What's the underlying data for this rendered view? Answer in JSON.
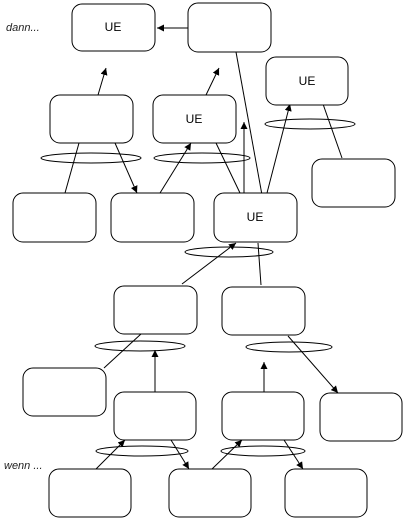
{
  "labels": {
    "top": "dann...",
    "bottom": "wenn ..."
  },
  "nodes": [
    {
      "id": "n1",
      "text": "UE"
    },
    {
      "id": "n2",
      "text": ""
    },
    {
      "id": "n3",
      "text": ""
    },
    {
      "id": "n4",
      "text": "UE"
    },
    {
      "id": "n5",
      "text": "UE"
    },
    {
      "id": "n6",
      "text": ""
    },
    {
      "id": "n7",
      "text": ""
    },
    {
      "id": "n8",
      "text": ""
    },
    {
      "id": "n9",
      "text": "UE"
    },
    {
      "id": "n10",
      "text": ""
    },
    {
      "id": "n11",
      "text": ""
    },
    {
      "id": "n12",
      "text": ""
    },
    {
      "id": "n13",
      "text": ""
    },
    {
      "id": "n14",
      "text": ""
    },
    {
      "id": "n15",
      "text": ""
    },
    {
      "id": "n16",
      "text": ""
    },
    {
      "id": "n17",
      "text": ""
    },
    {
      "id": "n18",
      "text": ""
    }
  ]
}
